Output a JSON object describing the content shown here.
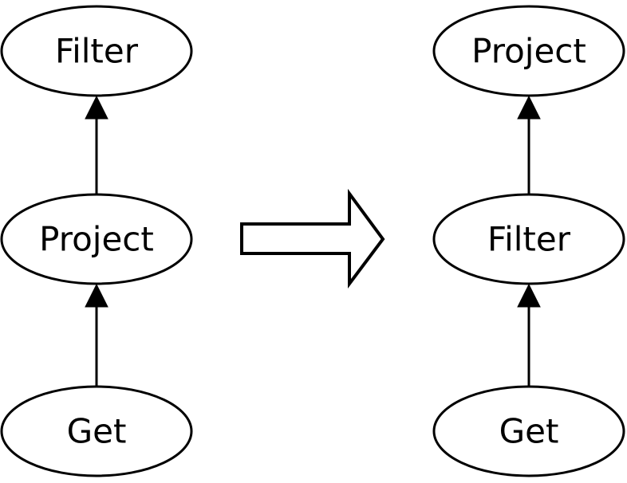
{
  "diagram": {
    "background_color": "#ffffff",
    "line_color": "#000000",
    "node_fill_color": "#ffffff",
    "before_pipeline": {
      "nodes_top_to_bottom": [
        "Filter",
        "Project",
        "Get"
      ],
      "edges": [
        {
          "from": "Get",
          "to": "Project"
        },
        {
          "from": "Project",
          "to": "Filter"
        }
      ]
    },
    "after_pipeline": {
      "nodes_top_to_bottom": [
        "Project",
        "Filter",
        "Get"
      ],
      "edges": [
        {
          "from": "Get",
          "to": "Filter"
        },
        {
          "from": "Filter",
          "to": "Project"
        }
      ]
    },
    "transform_icon": "right-block-arrow"
  }
}
